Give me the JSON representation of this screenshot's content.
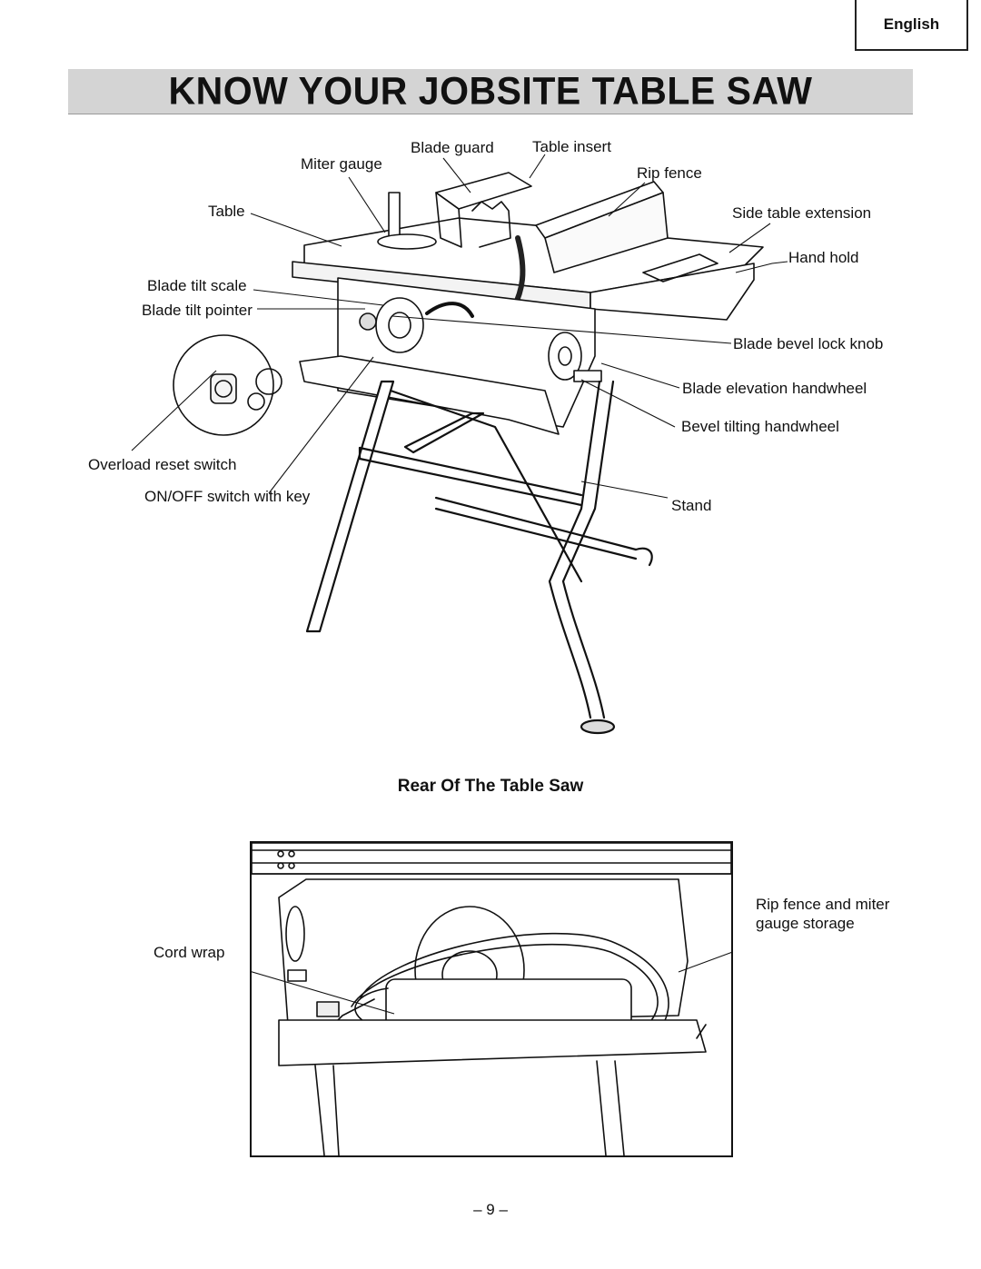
{
  "header": {
    "language": "English"
  },
  "title": "KNOW YOUR JOBSITE TABLE SAW",
  "front_labels": {
    "blade_guard": "Blade guard",
    "table_insert": "Table insert",
    "miter_gauge": "Miter gauge",
    "rip_fence": "Rip fence",
    "table": "Table",
    "side_table_extension": "Side table extension",
    "hand_hold": "Hand hold",
    "blade_tilt_scale": "Blade tilt scale",
    "blade_tilt_pointer": "Blade tilt pointer",
    "blade_bevel_lock_knob": "Blade bevel lock knob",
    "blade_elevation_handwheel": "Blade elevation handwheel",
    "bevel_tilting_handwheel": "Bevel tilting handwheel",
    "overload_reset_switch": "Overload reset switch",
    "on_off_switch": "ON/OFF switch with key",
    "stand": "Stand"
  },
  "rear_section": {
    "heading": "Rear Of The Table Saw",
    "cord_wrap": "Cord wrap",
    "storage_line1": "Rip fence and miter",
    "storage_line2": "gauge storage"
  },
  "footer": {
    "page_number": "– 9 –"
  }
}
